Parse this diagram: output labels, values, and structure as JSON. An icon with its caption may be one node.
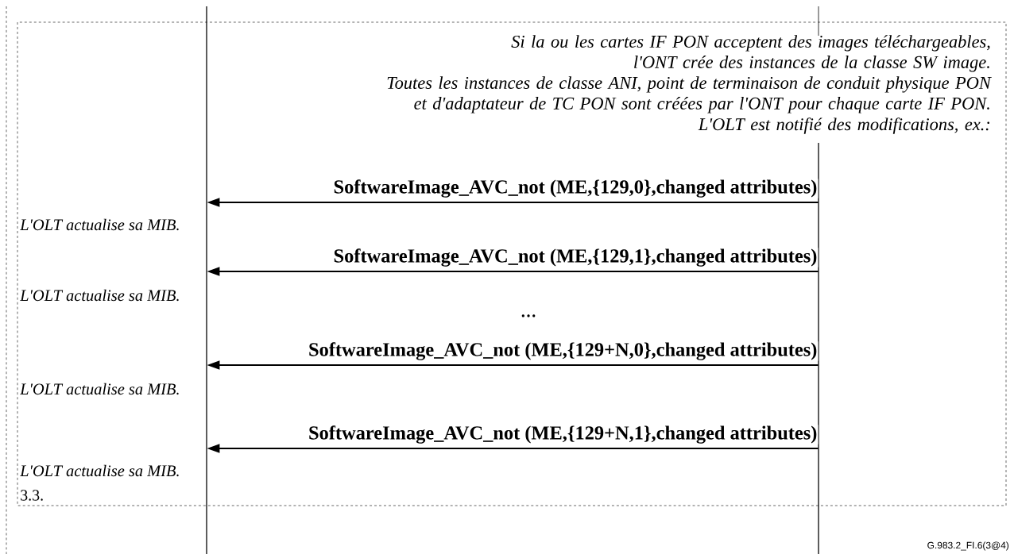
{
  "diagram": {
    "nodes": [
      {
        "text": [],
        "shape": "bar"
      },
      {
        "text": [],
        "shape": "bar"
      }
    ],
    "edges": [
      {
        "from": 1,
        "to": 0,
        "arrow": "to",
        "label": "SoftwareImage_AVC_not (ME,{129,0},changed attributes)"
      },
      {
        "from": 1,
        "to": 0,
        "arrow": "to",
        "label": "SoftwareImage_AVC_not (ME,{129,1},changed attributes)"
      },
      {
        "from": 1,
        "to": 0,
        "arrow": "to",
        "label": "SoftwareImage_AVC_not (ME,{129+N,0},changed attributes)"
      },
      {
        "from": 1,
        "to": 0,
        "arrow": "to",
        "label": "SoftwareImage_AVC_not (ME,{129+N,1},changed attributes)"
      }
    ],
    "labels": [
      "Si la ou les cartes IF PON acceptent des images téléchargeables, l'ONT crée des instances de la classe SW image.",
      "Toutes les instances de classe ANI, point de terminaison de conduit physique PON et d'adaptateur de TC PON sont créées par l'ONT pour chaque carte IF PON.",
      "L'OLT est notifié des modifications, ex.:",
      "L'OLT actualise sa MIB.",
      "L'OLT actualise sa MIB.",
      "…",
      "L'OLT actualise sa MIB.",
      "L'OLT actualise sa MIB.",
      "3.3.",
      "G.983.2_FI.6(3@4)"
    ]
  }
}
